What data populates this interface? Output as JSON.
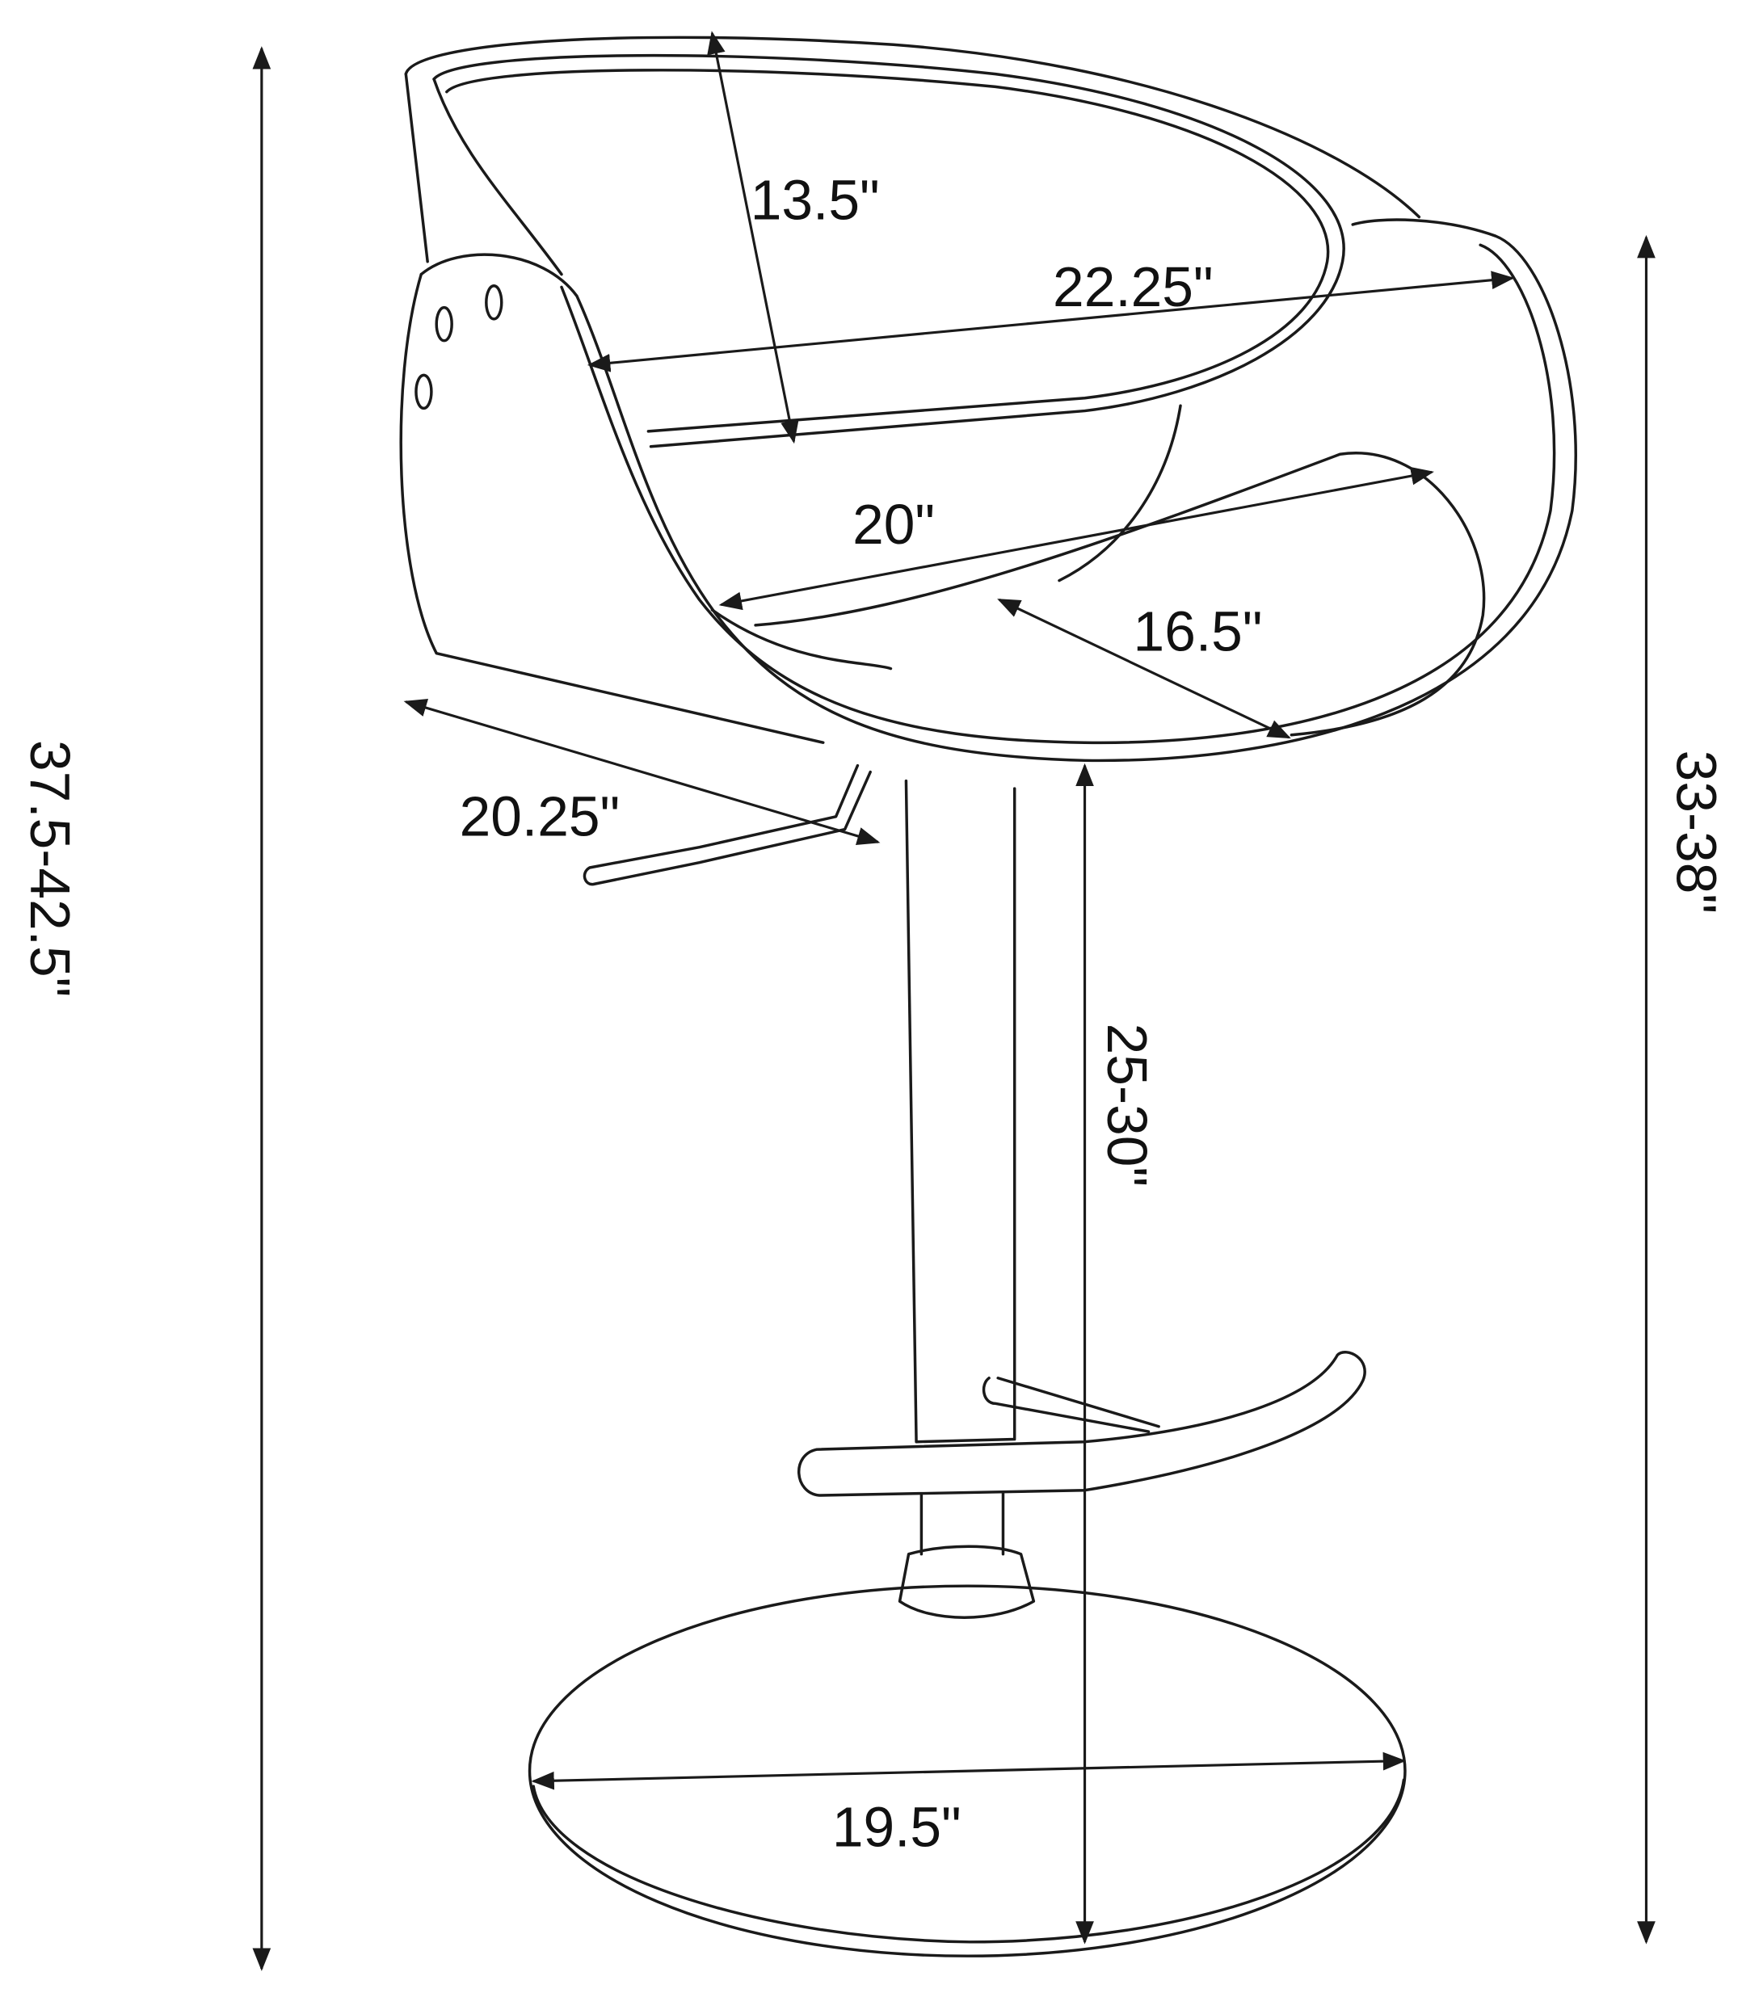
{
  "dimensions": {
    "back_height": "13.5\"",
    "overall_width": "22.25\"",
    "seat_width": "20\"",
    "seat_depth": "16.5\"",
    "overall_depth": "20.25\"",
    "overall_height": "37.5-42.5\"",
    "arm_height": "33-38\"",
    "seat_height": "25-30\"",
    "base_diameter": "19.5\""
  },
  "colors": {
    "line": "#1a1a1a",
    "background": "#ffffff"
  }
}
